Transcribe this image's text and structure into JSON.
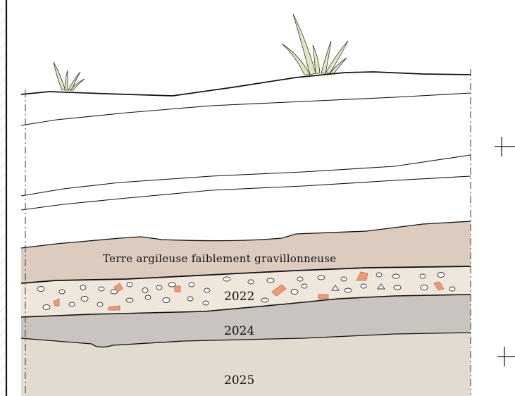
{
  "section": {
    "title": "",
    "layers": [
      {
        "id": "topsoil",
        "label": "",
        "color": "#ffffff"
      },
      {
        "id": "clay-loam",
        "label": "Terre argileuse faiblement gravillonneuse",
        "color": "#dccbbf"
      },
      {
        "id": "us-2022",
        "label": "2022",
        "color": "#efe6dc",
        "inclusions": [
          "pebbles-white",
          "tile-fragments-orange"
        ]
      },
      {
        "id": "us-2024",
        "label": "2024",
        "color": "#c9c4bf"
      },
      {
        "id": "us-2025",
        "label": "2025",
        "color": "#e1dbd0"
      }
    ],
    "vegetation": [
      "grass-tuft-small",
      "grass-tuft-large"
    ],
    "markers": [
      "survey-cross-top",
      "survey-cross-bottom"
    ],
    "colors": {
      "ink": "#111111",
      "pebble_fill": "#ffffff",
      "fragment_fill": "#ee9a78",
      "grass_fill": "#dfe9c1"
    }
  }
}
